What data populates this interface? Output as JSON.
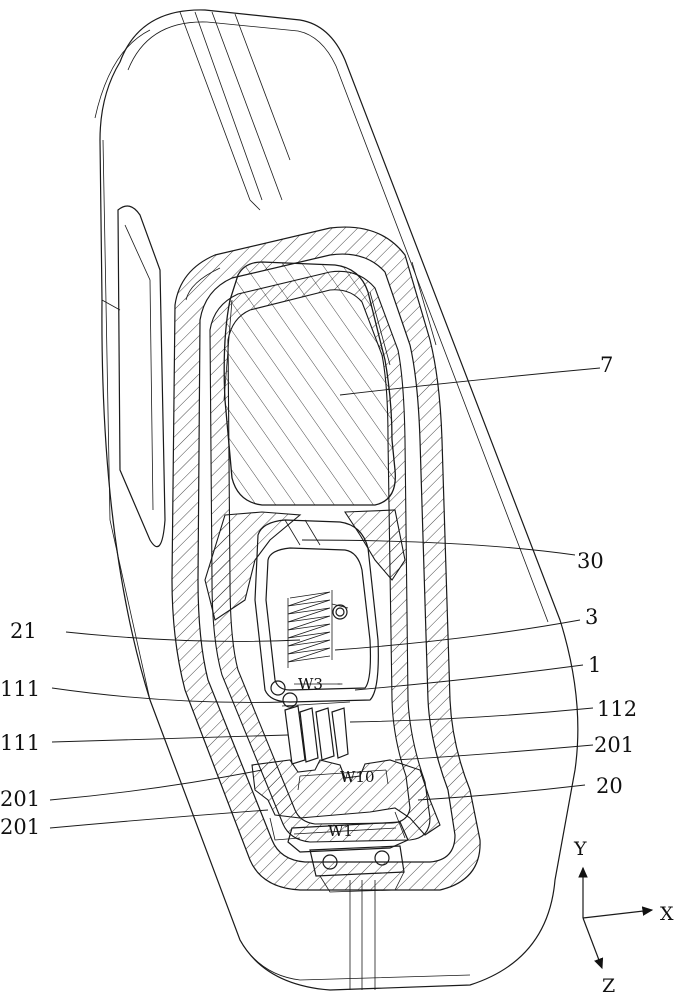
{
  "labels": {
    "l7": "7",
    "l30": "30",
    "l3": "3",
    "l21": "21",
    "l1": "1",
    "l111a": "111",
    "l112": "112",
    "l111b": "111",
    "l201a": "201",
    "l201b": "201",
    "l20": "20",
    "l201c": "201"
  },
  "dimensions": {
    "w3": "W3",
    "w10": "W10",
    "w1": "W1"
  },
  "axes": {
    "x": "X",
    "y": "Y",
    "z": "Z"
  }
}
